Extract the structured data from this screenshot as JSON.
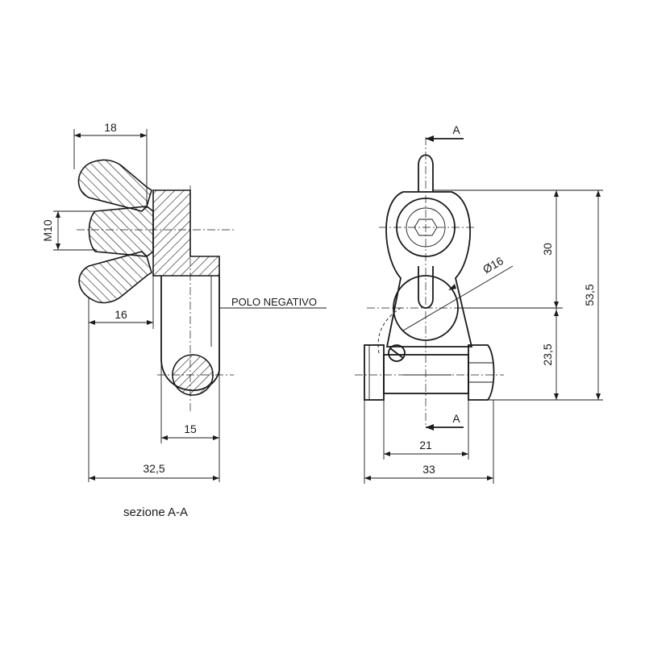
{
  "drawing": {
    "left_view": {
      "dimensions": {
        "width_wing": "18",
        "thread": "M10",
        "offset": "16",
        "lug_width": "15",
        "overall": "32,5"
      },
      "label": "POLO NEGATIVO",
      "caption": "sezione A-A"
    },
    "right_view": {
      "section_mark_top": "A",
      "section_mark_bottom": "A",
      "dimensions": {
        "height_upper": "30",
        "height_total": "53,5",
        "height_lower": "23,5",
        "bore": "Ø16",
        "bolt_span": "21",
        "overall_width": "33"
      }
    }
  }
}
